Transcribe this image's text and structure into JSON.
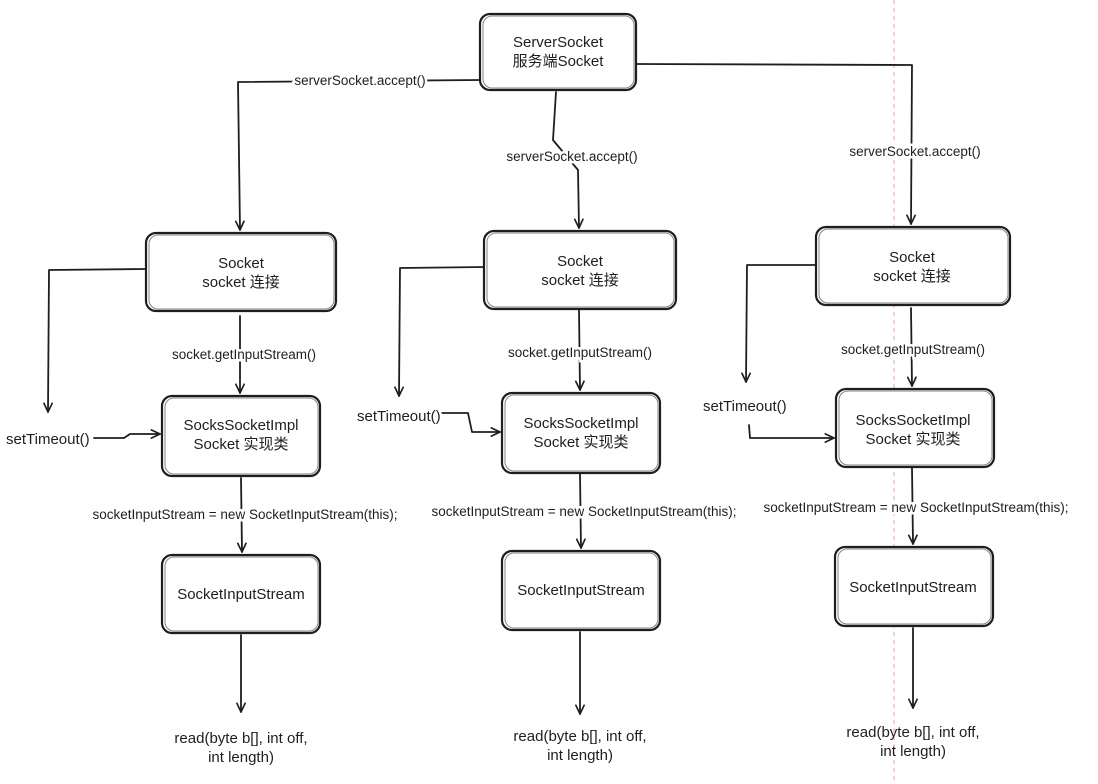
{
  "diagram": {
    "root": {
      "line1": "ServerSocket",
      "line2": "服务端Socket"
    },
    "accept_label": "serverSocket.accept()",
    "columns": [
      {
        "socket": {
          "line1": "Socket",
          "line2": "socket 连接"
        },
        "get_input_label": "socket.getInputStream()",
        "impl": {
          "line1": "SocksSocketImpl",
          "line2": "Socket 实现类"
        },
        "set_timeout_label": "setTimeout()",
        "new_stream_label": "socketInputStream = new SocketInputStream(this);",
        "stream": {
          "line1": "SocketInputStream"
        },
        "read": {
          "line1": "read(byte b[], int off,",
          "line2": "int length)"
        }
      },
      {
        "socket": {
          "line1": "Socket",
          "line2": "socket 连接"
        },
        "get_input_label": "socket.getInputStream()",
        "impl": {
          "line1": "SocksSocketImpl",
          "line2": "Socket 实现类"
        },
        "set_timeout_label": "setTimeout()",
        "new_stream_label": "socketInputStream = new SocketInputStream(this);",
        "stream": {
          "line1": "SocketInputStream"
        },
        "read": {
          "line1": "read(byte b[], int off,",
          "line2": "int length)"
        }
      },
      {
        "socket": {
          "line1": "Socket",
          "line2": "socket 连接"
        },
        "get_input_label": "socket.getInputStream()",
        "impl": {
          "line1": "SocksSocketImpl",
          "line2": "Socket 实现类"
        },
        "set_timeout_label": "setTimeout()",
        "new_stream_label": "socketInputStream = new SocketInputStream(this);",
        "stream": {
          "line1": "SocketInputStream"
        },
        "read": {
          "line1": "read(byte b[], int off,",
          "line2": "int length)"
        }
      }
    ]
  }
}
